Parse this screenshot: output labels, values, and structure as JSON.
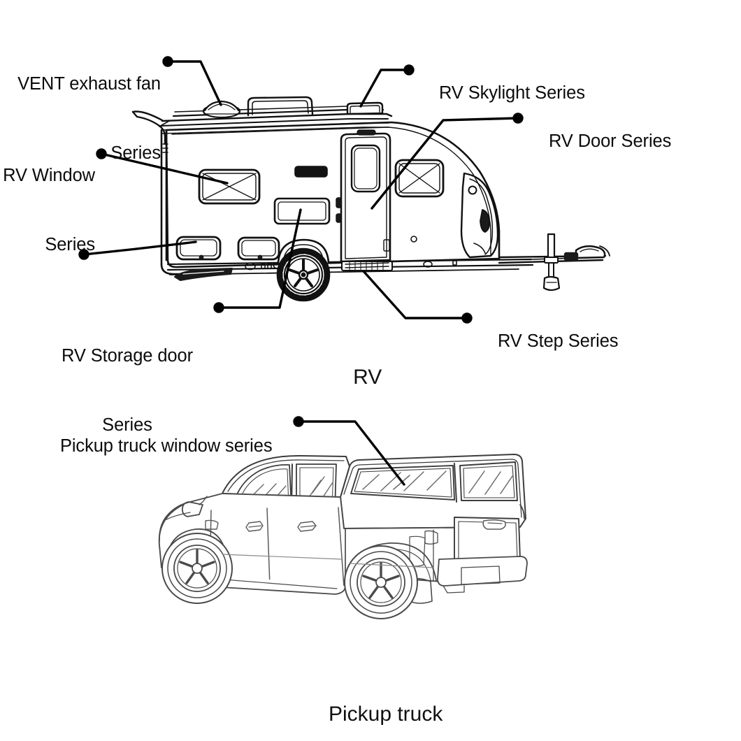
{
  "diagram": {
    "title": "RV and Pickup truck product series callout diagram",
    "line_color": "#000000",
    "drawing_color": "#1a1a1a",
    "truck_line_color": "#5a5a5a",
    "background": "#ffffff"
  },
  "figures": [
    {
      "id": "rv",
      "caption": "RV"
    },
    {
      "id": "pickup-truck",
      "caption": "Pickup truck"
    }
  ],
  "callouts": {
    "vent_fan": {
      "line1": "VENT exhaust fan",
      "line2": "Series"
    },
    "rv_skylight": {
      "text": "RV Skylight Series"
    },
    "rv_door": {
      "text": "RV Door Series"
    },
    "rv_window": {
      "line1": "RV Window",
      "line2": "Series"
    },
    "rv_storage_door": {
      "line1": "RV Storage door",
      "line2": "Series"
    },
    "rv_step": {
      "text": "RV Step Series"
    },
    "pickup_window": {
      "text": "Pickup truck window series"
    }
  },
  "captions": {
    "rv": "RV",
    "pickup_truck": "Pickup truck"
  }
}
